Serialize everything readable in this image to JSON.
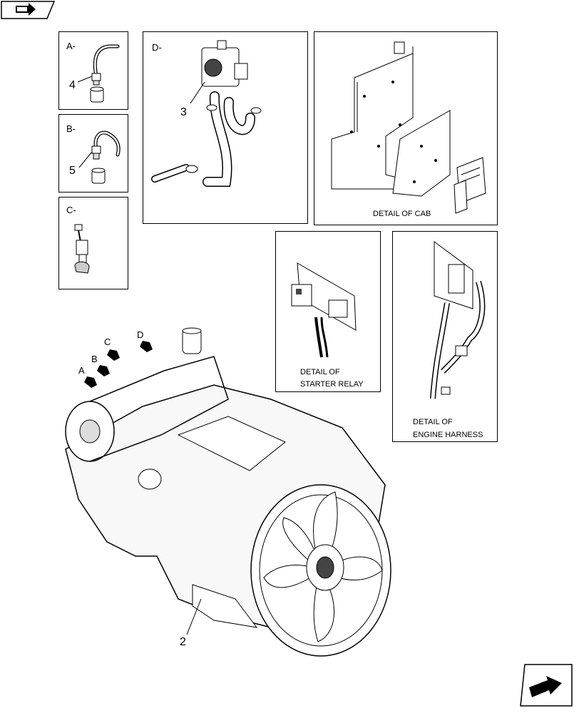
{
  "nav": {
    "top_icon": "book-arrow-icon",
    "bottom_icon": "next-page-arrow-icon"
  },
  "details": {
    "a": {
      "label": "A-",
      "callout": "4"
    },
    "b": {
      "label": "B-",
      "callout": "5"
    },
    "c": {
      "label": "C-"
    },
    "d": {
      "label": "D-",
      "callout": "3"
    },
    "cab": {
      "caption": "DETAIL OF CAB"
    },
    "starter": {
      "caption_line1": "DETAIL OF",
      "caption_line2": "STARTER RELAY"
    },
    "harness": {
      "caption_line1": "DETAIL OF",
      "caption_line2": "ENGINE HARNESS"
    }
  },
  "engine": {
    "callout": "2",
    "arrows": [
      "A",
      "B",
      "C",
      "D"
    ]
  }
}
